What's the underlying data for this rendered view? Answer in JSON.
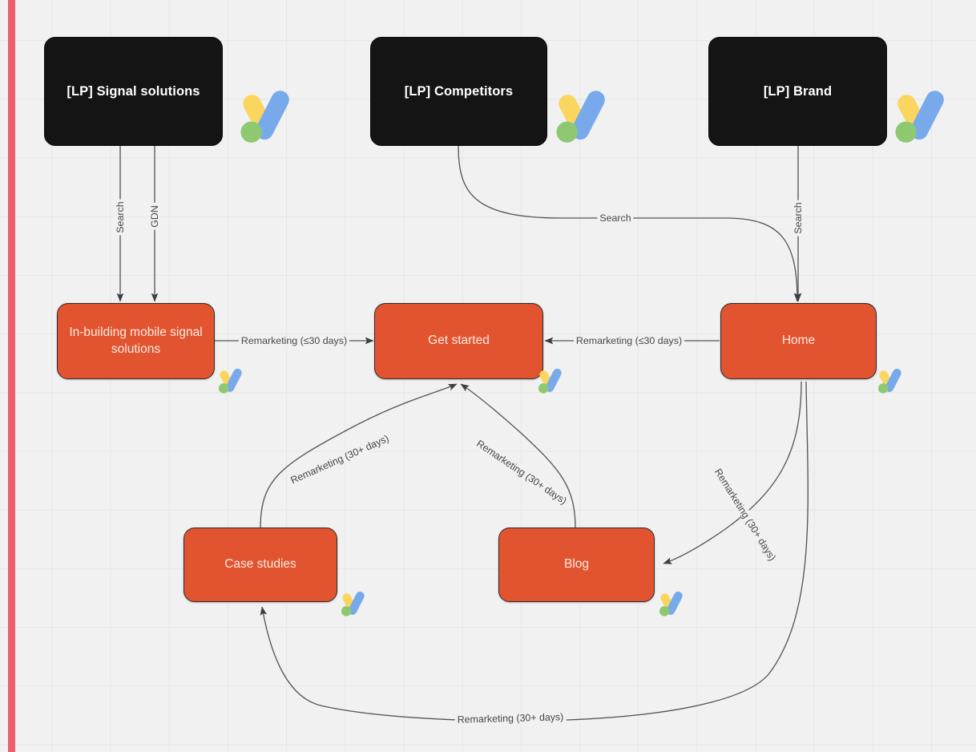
{
  "diagram": {
    "background_color": "#f1f1f1",
    "accent_rail_color": "#ec5f6a",
    "campaign_node_color": "#141414",
    "page_node_color": "#e1542f",
    "edge_color": "#555759",
    "nodes": [
      {
        "id": "lp-signal-solutions",
        "label": "[LP] Signal solutions",
        "type": "campaign",
        "icon": "google-ads-icon"
      },
      {
        "id": "lp-competitors",
        "label": "[LP] Competitors",
        "type": "campaign",
        "icon": "google-ads-icon"
      },
      {
        "id": "lp-brand",
        "label": "[LP] Brand",
        "type": "campaign",
        "icon": "google-ads-icon"
      },
      {
        "id": "in-building-mobile-signal-solutions",
        "label": "In-building mobile signal solutions",
        "type": "page",
        "icon": "google-ads-icon"
      },
      {
        "id": "get-started",
        "label": "Get started",
        "type": "page",
        "icon": "google-ads-icon"
      },
      {
        "id": "home",
        "label": "Home",
        "type": "page",
        "icon": "google-ads-icon"
      },
      {
        "id": "case-studies",
        "label": "Case studies",
        "type": "page",
        "icon": "google-ads-icon"
      },
      {
        "id": "blog",
        "label": "Blog",
        "type": "page",
        "icon": "google-ads-icon"
      }
    ],
    "edges": [
      {
        "id": "signal-search",
        "from": "lp-signal-solutions",
        "to": "in-building-mobile-signal-solutions",
        "label": "Search"
      },
      {
        "id": "signal-gdn",
        "from": "lp-signal-solutions",
        "to": "in-building-mobile-signal-solutions",
        "label": "GDN"
      },
      {
        "id": "competitors-search",
        "from": "lp-competitors",
        "to": "home",
        "label": "Search"
      },
      {
        "id": "brand-search",
        "from": "lp-brand",
        "to": "home",
        "label": "Search"
      },
      {
        "id": "signalpage-getstarted",
        "from": "in-building-mobile-signal-solutions",
        "to": "get-started",
        "label": "Remarketing (≤30 days)"
      },
      {
        "id": "home-getstarted",
        "from": "home",
        "to": "get-started",
        "label": "Remarketing (≤30 days)"
      },
      {
        "id": "casestudies-getstarted",
        "from": "case-studies",
        "to": "get-started",
        "label": "Remarketing (30+ days)"
      },
      {
        "id": "blog-getstarted",
        "from": "blog",
        "to": "get-started",
        "label": "Remarketing (30+ days)"
      },
      {
        "id": "home-blog",
        "from": "home",
        "to": "blog",
        "label": "Remarketing (30+ days)"
      },
      {
        "id": "home-casestudies",
        "from": "home",
        "to": "case-studies",
        "label": "Remarketing (30+ days)"
      }
    ]
  }
}
